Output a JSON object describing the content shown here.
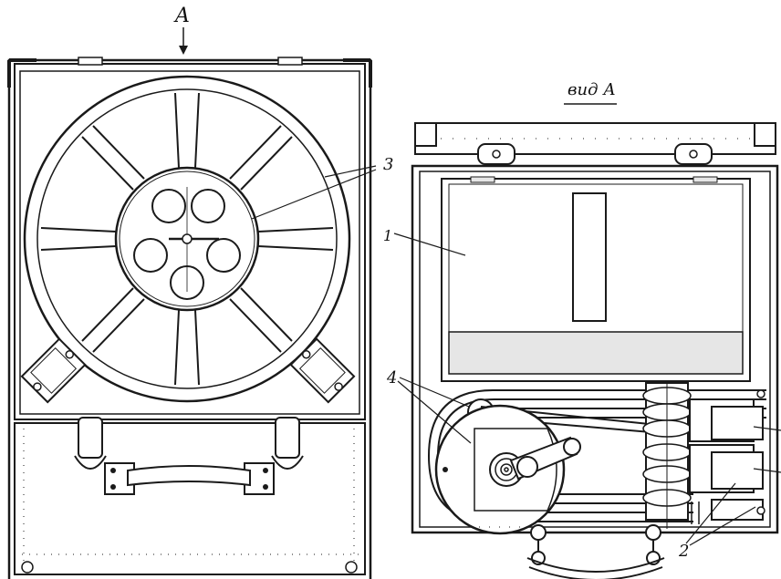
{
  "labels": {
    "view_arrow": "A",
    "view_title": "вид А",
    "callout_1": "1",
    "callout_2": "2",
    "callout_3": "3",
    "callout_4": "4"
  },
  "colors": {
    "ink": "#1a1a1a",
    "paper": "#ffffff",
    "tint": "#e6e6e6"
  }
}
